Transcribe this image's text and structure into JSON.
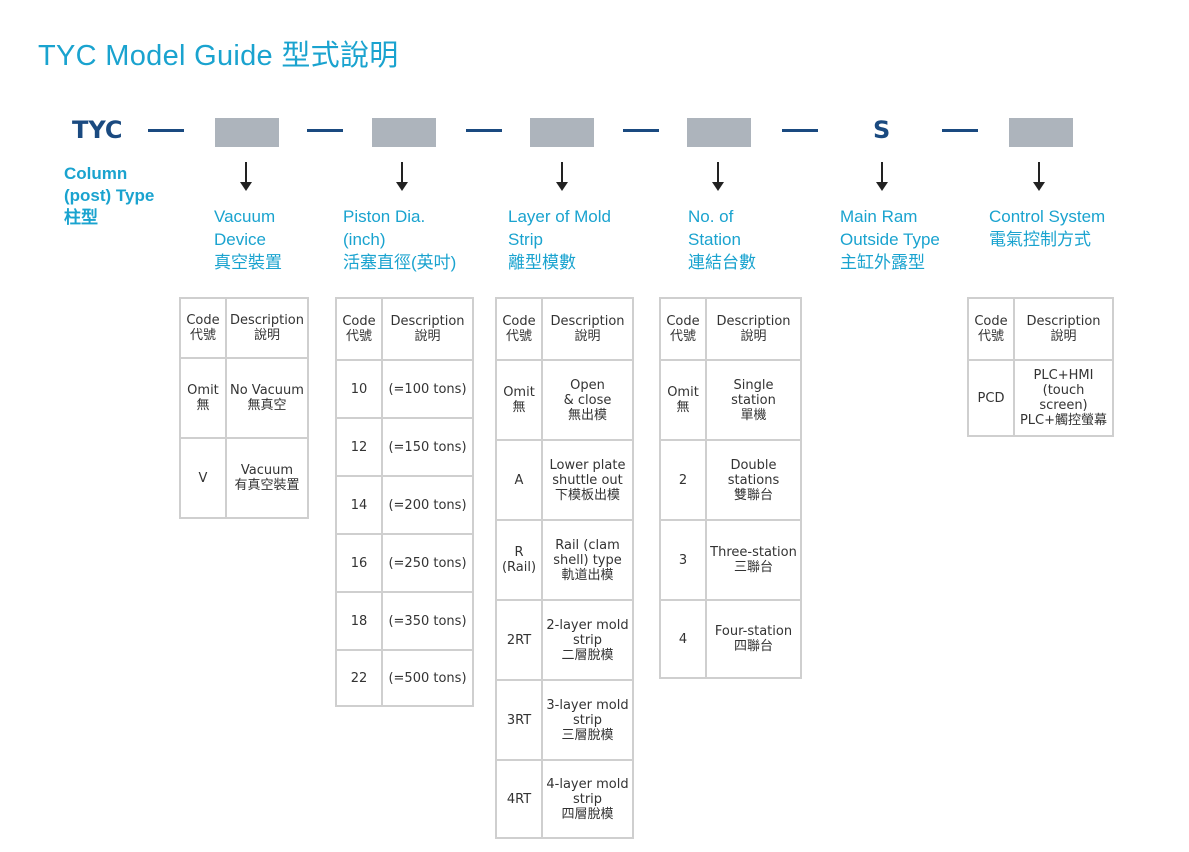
{
  "title": "TYC  Model Guide 型式說明",
  "model": {
    "prefix": "TYC",
    "fixed_code": "S"
  },
  "column_post": [
    "Column",
    "(post) Type",
    "柱型"
  ],
  "labels": {
    "vacuum": [
      "Vacuum",
      "Device",
      "真空裝置"
    ],
    "piston": [
      "Piston Dia.",
      "(inch)",
      "活塞直徑(英吋)"
    ],
    "layer": [
      "Layer of Mold",
      "Strip",
      "離型模數"
    ],
    "station": [
      "No. of",
      "Station",
      "連結台數"
    ],
    "ram": [
      "Main Ram",
      "Outside Type",
      "主缸外露型"
    ],
    "control": [
      "Control System",
      "電氣控制方式"
    ]
  },
  "table_header": {
    "code": [
      "Code",
      "代號"
    ],
    "description": [
      "Description",
      "說明"
    ]
  },
  "tables": {
    "vacuum": [
      {
        "code": [
          "Omit",
          "無"
        ],
        "desc": [
          "No Vacuum",
          "無真空"
        ]
      },
      {
        "code": [
          "V"
        ],
        "desc": [
          "Vacuum",
          "有真空裝置"
        ]
      }
    ],
    "piston": [
      {
        "code": [
          "10"
        ],
        "desc": [
          "(=100 tons)"
        ]
      },
      {
        "code": [
          "12"
        ],
        "desc": [
          "(=150 tons)"
        ]
      },
      {
        "code": [
          "14"
        ],
        "desc": [
          "(=200 tons)"
        ]
      },
      {
        "code": [
          "16"
        ],
        "desc": [
          "(=250 tons)"
        ]
      },
      {
        "code": [
          "18"
        ],
        "desc": [
          "(=350 tons)"
        ]
      },
      {
        "code": [
          "22"
        ],
        "desc": [
          "(=500 tons)"
        ]
      }
    ],
    "layer": [
      {
        "code": [
          "Omit",
          "無"
        ],
        "desc": [
          "Open",
          "& close",
          "無出模"
        ]
      },
      {
        "code": [
          "A"
        ],
        "desc": [
          "Lower plate",
          "shuttle out",
          "下模板出模"
        ]
      },
      {
        "code": [
          "R",
          "(Rail)"
        ],
        "desc": [
          "Rail (clam",
          "shell) type",
          "軌道出模"
        ]
      },
      {
        "code": [
          "2RT"
        ],
        "desc": [
          "2-layer mold",
          "strip",
          "二層脫模"
        ]
      },
      {
        "code": [
          "3RT"
        ],
        "desc": [
          "3-layer mold",
          "strip",
          "三層脫模"
        ]
      },
      {
        "code": [
          "4RT"
        ],
        "desc": [
          "4-layer mold",
          "strip",
          "四層脫模"
        ]
      }
    ],
    "station": [
      {
        "code": [
          "Omit",
          "無"
        ],
        "desc": [
          "Single station",
          "單機"
        ]
      },
      {
        "code": [
          "2"
        ],
        "desc": [
          "Double",
          "stations",
          "雙聯台"
        ]
      },
      {
        "code": [
          "3"
        ],
        "desc": [
          "Three-station",
          "三聯台"
        ]
      },
      {
        "code": [
          "4"
        ],
        "desc": [
          "Four-station",
          "四聯台"
        ]
      }
    ],
    "control": [
      {
        "code": [
          "PCD"
        ],
        "desc": [
          "PLC+HMI",
          "(touch screen)",
          "PLC+觸控螢幕"
        ]
      }
    ]
  },
  "colors": {
    "accent": "#1aa3cf",
    "navy": "#1a4a80",
    "box": "#adb4bc",
    "border": "#cfcfcf"
  }
}
